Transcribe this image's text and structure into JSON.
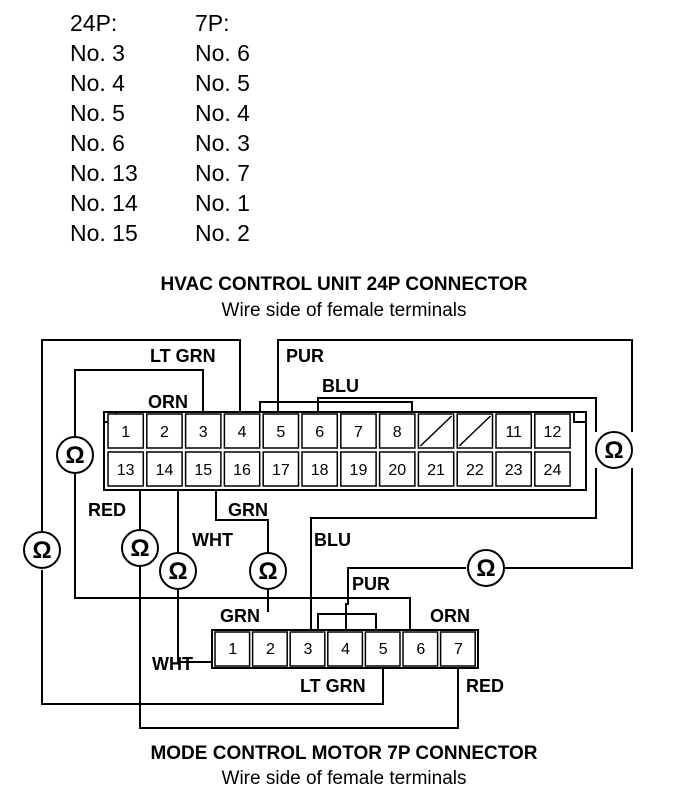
{
  "pin_table": {
    "headers": [
      "24P:",
      "7P:"
    ],
    "rows": [
      [
        "No. 3",
        "No. 6"
      ],
      [
        "No. 4",
        "No. 5"
      ],
      [
        "No. 5",
        "No. 4"
      ],
      [
        "No. 6",
        "No. 3"
      ],
      [
        "No. 13",
        "No. 7"
      ],
      [
        "No. 14",
        "No. 1"
      ],
      [
        "No. 15",
        "No. 2"
      ]
    ]
  },
  "hvac_connector": {
    "title": "HVAC CONTROL UNIT 24P CONNECTOR",
    "subtitle": "Wire side of female terminals",
    "top_row": [
      "1",
      "2",
      "3",
      "4",
      "5",
      "6",
      "7",
      "8",
      "",
      "",
      "11",
      "12"
    ],
    "bottom_row": [
      "13",
      "14",
      "15",
      "16",
      "17",
      "18",
      "19",
      "20",
      "21",
      "22",
      "23",
      "24"
    ]
  },
  "motor_connector": {
    "title": "MODE CONTROL MOTOR 7P CONNECTOR",
    "subtitle": "Wire side of female terminals",
    "pins": [
      "1",
      "2",
      "3",
      "4",
      "5",
      "6",
      "7"
    ]
  },
  "wire_labels": {
    "lt_grn_top": "LT GRN",
    "pur_top": "PUR",
    "blu_top": "BLU",
    "orn_top": "ORN",
    "red_left": "RED",
    "grn_mid": "GRN",
    "wht_mid": "WHT",
    "blu_mid": "BLU",
    "pur_bottom": "PUR",
    "grn_bottom": "GRN",
    "orn_bottom": "ORN",
    "wht_bottom": "WHT",
    "lt_grn_bottom": "LT GRN",
    "red_bottom": "RED"
  },
  "meter_symbol": "Ω"
}
